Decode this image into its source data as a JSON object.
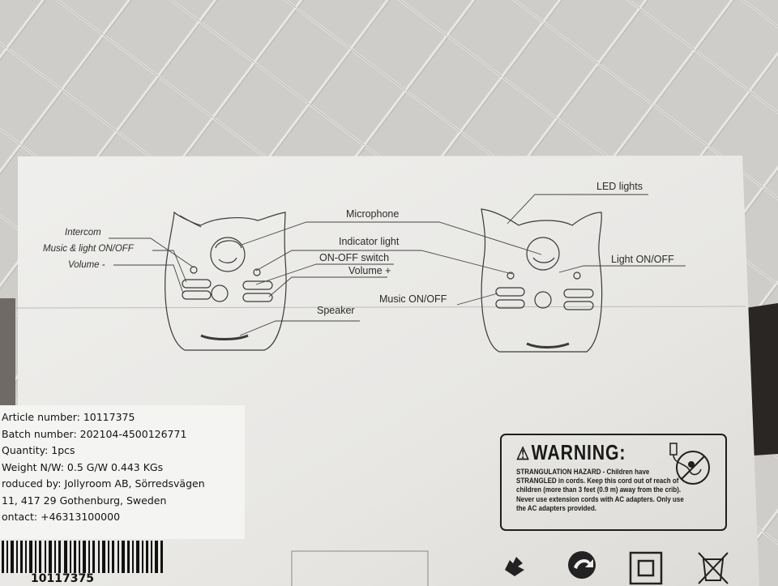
{
  "diagram": {
    "labels": {
      "intercom": "Intercom",
      "music_light": "Music & light ON/OFF",
      "volume_minus": "Volume -",
      "microphone": "Microphone",
      "indicator_light": "Indicator light",
      "on_off_switch": "ON-OFF switch",
      "volume_plus": "Volume +",
      "speaker": "Speaker",
      "led_lights": "LED lights",
      "light_on_off": "Light  ON/OFF",
      "music_on_off": "Music ON/OFF"
    }
  },
  "info": {
    "lines": [
      "Article number: 10117375",
      "Batch number: 202104-4500126771",
      "Quantity: 1pcs",
      "Weight N/W: 0.5 G/W 0.443 KGs",
      "roduced by: Jollyroom AB, Sörredsvägen",
      "11, 417 29 Gothenburg, Sweden",
      "ontact: +46313100000"
    ]
  },
  "warning": {
    "title": "WARNING:",
    "text": "STRANGULATION HAZARD - Children have STRANGLED in cords. Keep this cord out of reach of children (more than 3 feet (0.9 m) away from the crib). Never use extension cords with AC adapters. Only use the AC adapters provided."
  },
  "barcode": {
    "number": "10117375"
  },
  "icons": [
    "recycle-icon",
    "green-dot-icon",
    "double-square-icon",
    "crossed-bin-icon",
    "triangle-warning-icon",
    "cord-warning-icon"
  ]
}
